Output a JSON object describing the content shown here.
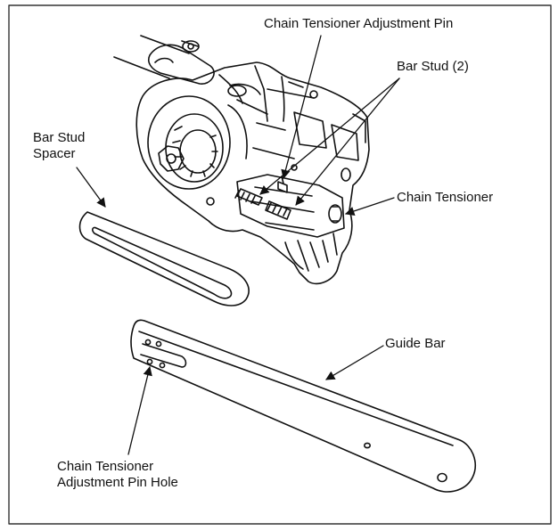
{
  "labels": {
    "adjustment_pin": "Chain Tensioner Adjustment Pin",
    "bar_stud": "Bar Stud (2)",
    "bar_stud_spacer_line1": "Bar Stud",
    "bar_stud_spacer_line2": "Spacer",
    "chain_tensioner": "Chain Tensioner",
    "guide_bar": "Guide Bar",
    "pin_hole_line1": "Chain Tensioner",
    "pin_hole_line2": "Adjustment Pin Hole"
  },
  "colors": {
    "line": "#111111",
    "background": "#ffffff",
    "frame": "#333333"
  }
}
